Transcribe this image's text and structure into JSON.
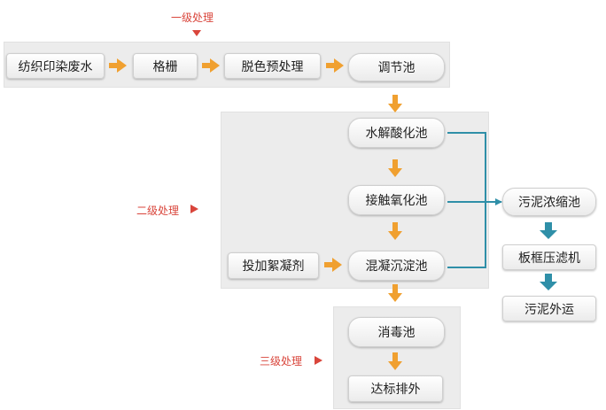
{
  "labels": {
    "primary": "一级处理",
    "secondary": "二级处理",
    "tertiary": "三级处理"
  },
  "nodes": {
    "wastewater": "纺织印染废水",
    "grille": "格栅",
    "decolor": "脱色预处理",
    "regulating": "调节池",
    "hydrolysis": "水解酸化池",
    "contact_oxidation": "接触氧化池",
    "coagulant": "投加絮凝剂",
    "coagulation_sedimentation": "混凝沉淀池",
    "disinfection": "消毒池",
    "discharge": "达标排外",
    "sludge_thickener": "污泥浓缩池",
    "filter_press": "板框压滤机",
    "sludge_out": "污泥外运"
  },
  "colors": {
    "flow_arrow": "#f0a030",
    "sludge_line": "#2f8fa8",
    "stage_label": "#d9453b"
  }
}
